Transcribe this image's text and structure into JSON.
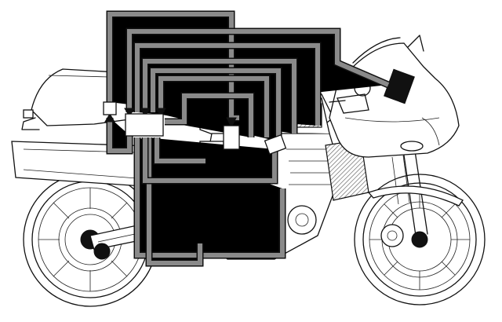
{
  "figure": {
    "subject": "motorcycle",
    "style": "line-art cutaway"
  },
  "wiring": {
    "control_unit": "ecu-box",
    "relay": "relay-box"
  }
}
